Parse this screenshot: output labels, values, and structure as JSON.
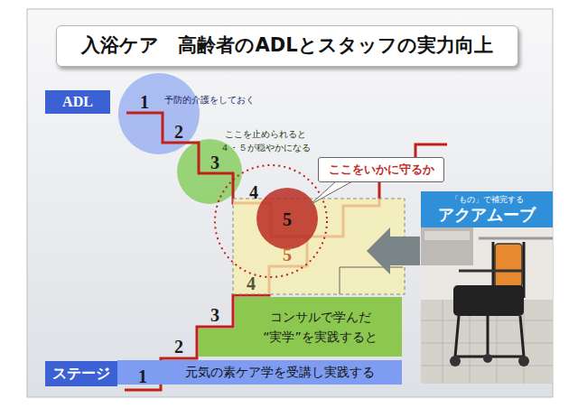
{
  "diagram": {
    "title": "入浴ケア　高齢者のADLとスタッフの実力向上",
    "nodes": [
      {
        "text": [
          "ADL"
        ]
      },
      {
        "text": [
          "ここをいかに守るか"
        ]
      },
      {
        "text": [
          "「もの」で補完する",
          "アクアムーブ"
        ]
      },
      {
        "text": [
          "ステージ"
        ]
      },
      {
        "text": [
          "コンサルで学んだ “実学”を実践すると"
        ]
      },
      {
        "text": [
          "元気の素ケア学を受講し実践する"
        ]
      }
    ],
    "labels": [
      "1",
      "予防的介護をしておく",
      "2",
      "ここを止められると ４・５が穏やかになる",
      "3",
      "4",
      "5",
      "5",
      "4",
      "3",
      "2",
      "1"
    ]
  }
}
